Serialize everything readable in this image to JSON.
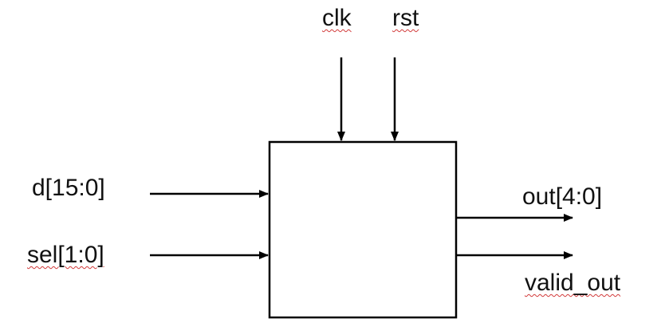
{
  "block": {
    "inputs_top": [
      {
        "label": "clk"
      },
      {
        "label": "rst"
      }
    ],
    "inputs_left": [
      {
        "label": "d[15:0]"
      },
      {
        "label": "sel[1:0]"
      }
    ],
    "outputs_right": [
      {
        "label": "out[4:0]"
      },
      {
        "label": "valid_out"
      }
    ]
  },
  "colors": {
    "stroke": "#000000",
    "spellcheck_underline": "#d23a3a"
  }
}
